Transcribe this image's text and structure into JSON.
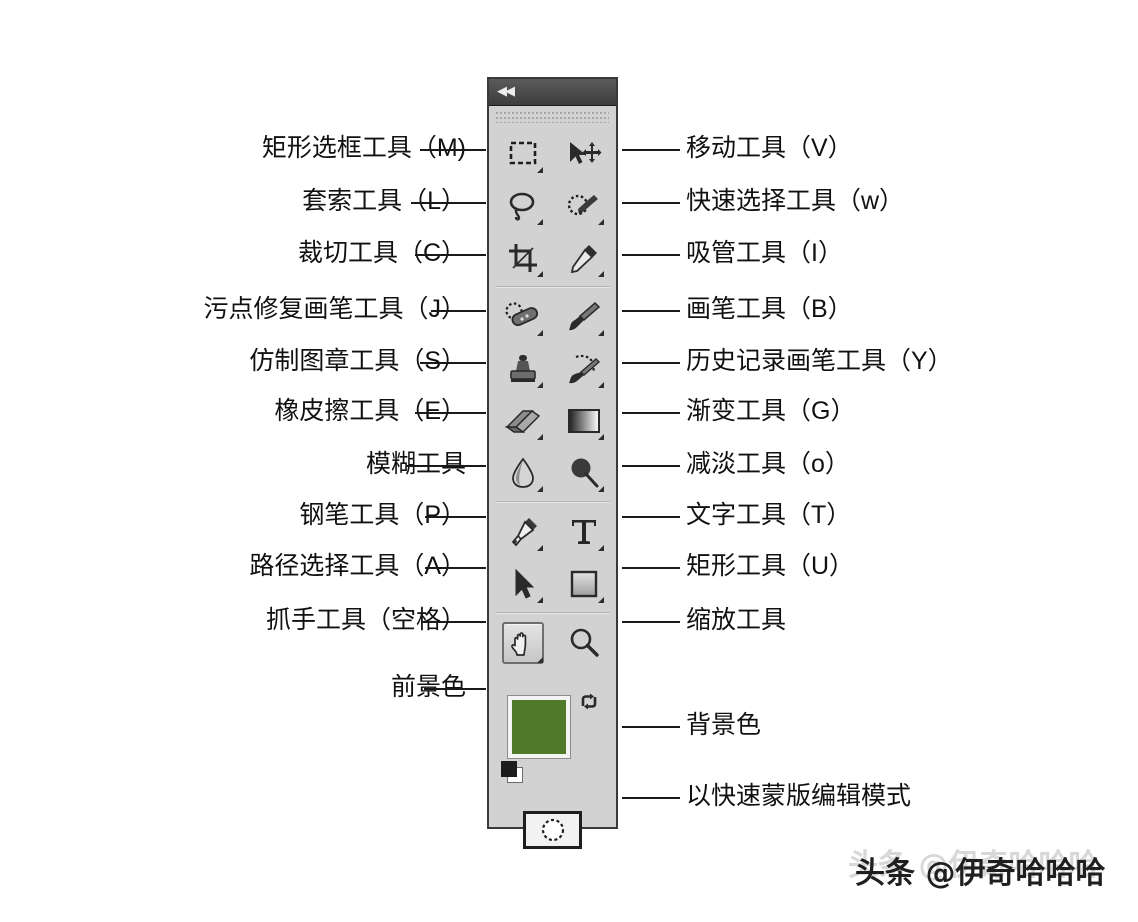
{
  "panel": {
    "collapse_icon": "double-chevron-left",
    "foreground_color": "#517A2B",
    "background_color": "#FFFFFF",
    "selected_tool": "hand-tool",
    "tool_rows": [
      {
        "left": {
          "icon": "rectangular-marquee-icon",
          "has_flyout": true
        },
        "right": {
          "icon": "move-tool-icon",
          "has_flyout": false
        }
      },
      {
        "left": {
          "icon": "lasso-icon",
          "has_flyout": true
        },
        "right": {
          "icon": "quick-selection-icon",
          "has_flyout": true
        }
      },
      {
        "left": {
          "icon": "crop-icon",
          "has_flyout": true
        },
        "right": {
          "icon": "eyedropper-icon",
          "has_flyout": true
        }
      },
      {
        "left": {
          "icon": "spot-healing-brush-icon",
          "has_flyout": true
        },
        "right": {
          "icon": "brush-icon",
          "has_flyout": true
        }
      },
      {
        "left": {
          "icon": "clone-stamp-icon",
          "has_flyout": true
        },
        "right": {
          "icon": "history-brush-icon",
          "has_flyout": true
        }
      },
      {
        "left": {
          "icon": "eraser-icon",
          "has_flyout": true
        },
        "right": {
          "icon": "gradient-icon",
          "has_flyout": true
        }
      },
      {
        "left": {
          "icon": "blur-icon",
          "has_flyout": true
        },
        "right": {
          "icon": "dodge-icon",
          "has_flyout": true
        }
      },
      {
        "left": {
          "icon": "pen-icon",
          "has_flyout": true
        },
        "right": {
          "icon": "type-icon",
          "has_flyout": true
        }
      },
      {
        "left": {
          "icon": "path-selection-icon",
          "has_flyout": true
        },
        "right": {
          "icon": "rectangle-shape-icon",
          "has_flyout": true
        }
      },
      {
        "left": {
          "icon": "hand-icon",
          "has_flyout": true
        },
        "right": {
          "icon": "zoom-icon",
          "has_flyout": false
        }
      }
    ]
  },
  "labels_left": [
    {
      "text": "矩形选框工具（M)"
    },
    {
      "text": "套索工具（L）"
    },
    {
      "text": "裁切工具（C）"
    },
    {
      "text": "污点修复画笔工具（J）"
    },
    {
      "text": "仿制图章工具（S）"
    },
    {
      "text": "橡皮擦工具（E）"
    },
    {
      "text": "模糊工具"
    },
    {
      "text": "钢笔工具（P）"
    },
    {
      "text": "路径选择工具（A）"
    },
    {
      "text": "抓手工具（空格）"
    },
    {
      "text": "前景色"
    }
  ],
  "labels_right": [
    {
      "text": "移动工具（V）"
    },
    {
      "text": "快速选择工具（w）"
    },
    {
      "text": "吸管工具（I）"
    },
    {
      "text": "画笔工具（B）"
    },
    {
      "text": "历史记录画笔工具（Y）"
    },
    {
      "text": "渐变工具（G）"
    },
    {
      "text": "减淡工具（o）"
    },
    {
      "text": "文字工具（T）"
    },
    {
      "text": "矩形工具（U）"
    },
    {
      "text": "缩放工具"
    },
    {
      "text": "背景色"
    },
    {
      "text": "以快速蒙版编辑模式"
    }
  ],
  "watermark": {
    "text": "头条 @伊奇哈哈哈"
  }
}
